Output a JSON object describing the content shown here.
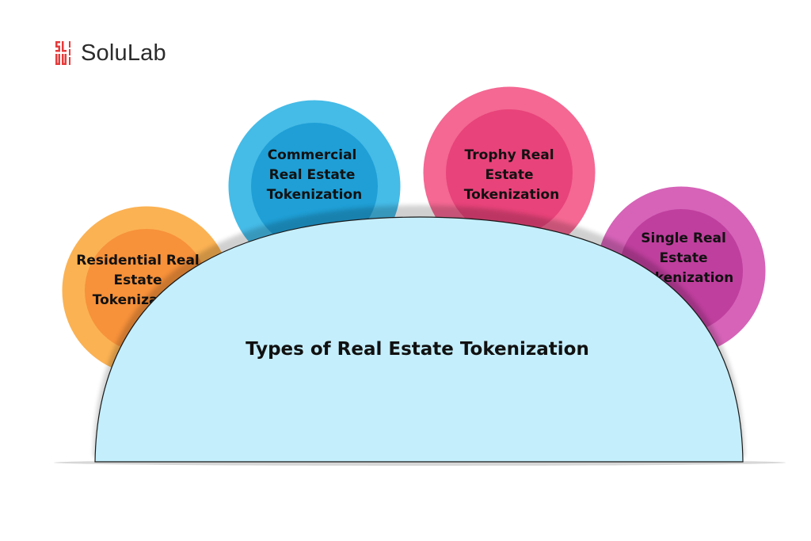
{
  "brand": {
    "name": "SoluLab",
    "mark_icon": "solulab-logo-icon",
    "mark_text": "SOLULAB",
    "accent": "#e63b3b"
  },
  "diagram": {
    "center_label": "Types of Real Estate Tokenization",
    "center_color": "#c4eefc",
    "types": [
      {
        "lines": [
          "Residential Real",
          "Estate",
          "Tokenization"
        ],
        "color_outer": "#fbae4a",
        "color_inner": "#f7913a"
      },
      {
        "lines": [
          "Commercial",
          "Real Estate",
          "Tokenization"
        ],
        "color_outer": "#3cb8e6",
        "color_inner": "#1f9fd6"
      },
      {
        "lines": [
          "Trophy Real",
          "Estate",
          "Tokenization"
        ],
        "color_outer": "#f4608e",
        "color_inner": "#e8437a"
      },
      {
        "lines": [
          "Single Real",
          "Estate",
          "Tokenization"
        ],
        "color_outer": "#d45bb5",
        "color_inner": "#bf3f9e"
      }
    ]
  }
}
